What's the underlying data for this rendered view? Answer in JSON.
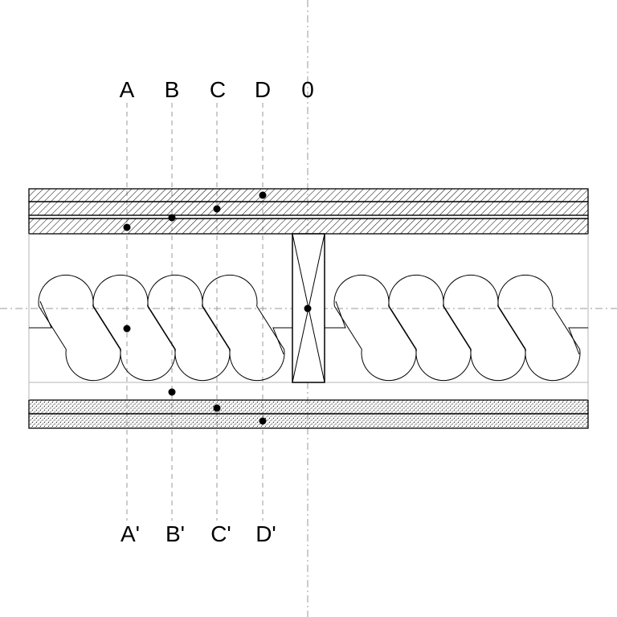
{
  "diagram": {
    "top_labels": [
      "A",
      "B",
      "C",
      "D",
      "0"
    ],
    "bottom_labels": [
      "A'",
      "B'",
      "C'",
      "D'"
    ]
  },
  "colors": {
    "ink": "#000000",
    "guide": "#9a9a9a",
    "background": "#ffffff"
  }
}
